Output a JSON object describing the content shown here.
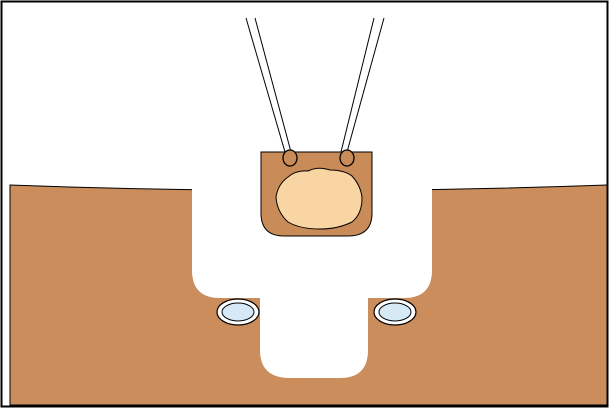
{
  "colors": {
    "background": "#ffffff",
    "border": "#000000",
    "soil": "#ca8d5b",
    "excavation": "#ffffff",
    "bucket": "#c98c59",
    "bucket_content": "#f8d5a2",
    "cables": "#000000",
    "pipe_outer": "#ffffff",
    "pipe_inner": "#d6e9f6"
  },
  "shapes": {
    "ground_surface": "soil-cross-section",
    "trench": "excavation-pit",
    "grab_bucket": "clamshell-grab-bucket",
    "pipes": "pipe-section"
  }
}
